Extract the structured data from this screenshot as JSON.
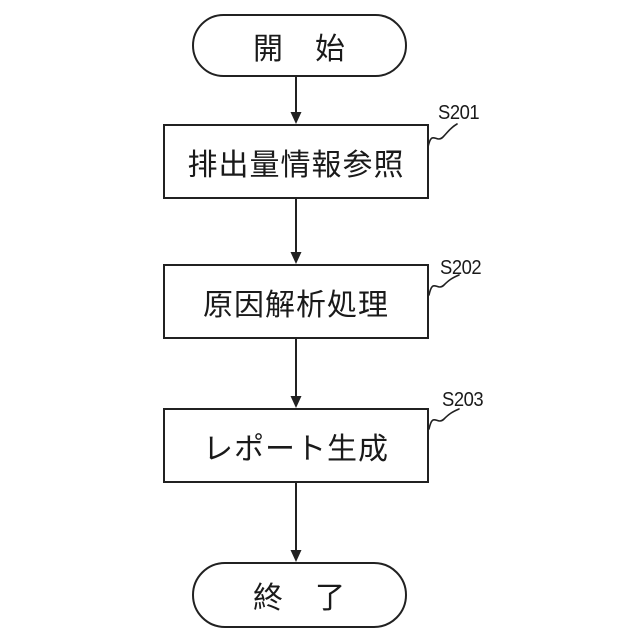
{
  "diagram": {
    "type": "flowchart",
    "background_color": "#ffffff",
    "line_color": "#212121",
    "start": {
      "label": "開　始"
    },
    "steps": [
      {
        "tag": "S201",
        "label": "排出量情報参照"
      },
      {
        "tag": "S202",
        "label": "原因解析処理"
      },
      {
        "tag": "S203",
        "label": "レポート生成"
      }
    ],
    "end": {
      "label": "終　了"
    },
    "flow_order": [
      "start",
      "S201",
      "S202",
      "S203",
      "end"
    ]
  }
}
